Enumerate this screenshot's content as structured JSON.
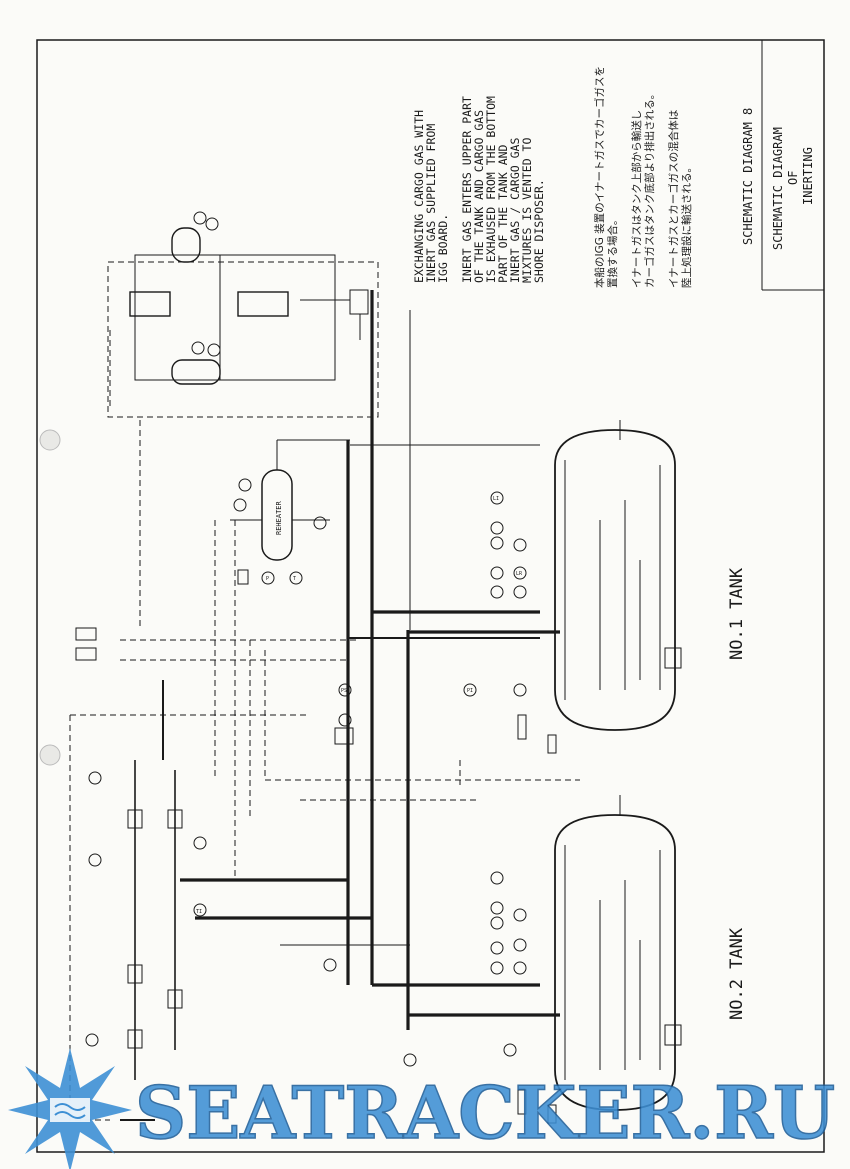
{
  "title_block": {
    "line1": "SCHEMATIC DIAGRAM",
    "line2": "OF",
    "line3": "INERTING"
  },
  "diagram_number": "SCHEMATIC DIAGRAM 8",
  "notes_en": [
    "EXCHANGING CARGO GAS WITH",
    "INERT GAS SUPPLIED FROM",
    "IGG BOARD.",
    "",
    "INERT GAS ENTERS UPPER PART",
    "OF THE TANK AND CARGO GAS",
    "IS EXHAUSED FROM THE BOTTOM",
    "PART OF THE TANK AND",
    "INERT GAS / CARGO GAS",
    "MIXTURES IS VENTED TO",
    "SHORE DISPOSER."
  ],
  "notes_jp": [
    "本船のIGG 装置のイナートガスでカーゴガスを",
    "置換する場合。",
    "",
    "イナートガスはタンク上部から輸送し",
    "カーゴガスはタンク底部より排出される。",
    "",
    "イナートガスとカーゴガスの混合体は",
    "陸上処理設に輸送される。"
  ],
  "tanks": {
    "tank1": "NO.1  TANK",
    "tank2": "NO.2  TANK"
  },
  "equipment": {
    "reheater": "REHEATER"
  },
  "instrument_tags": {
    "ti": "TI",
    "pi": "PI",
    "li": "LI",
    "lr": "LR",
    "ps": "PS",
    "p": "P",
    "t": "T"
  },
  "watermark": "SEATRACKER.RU",
  "colors": {
    "ink": "#1a1a1a",
    "watermark": "#3d8fd4",
    "paper": "#fbfbf8"
  }
}
